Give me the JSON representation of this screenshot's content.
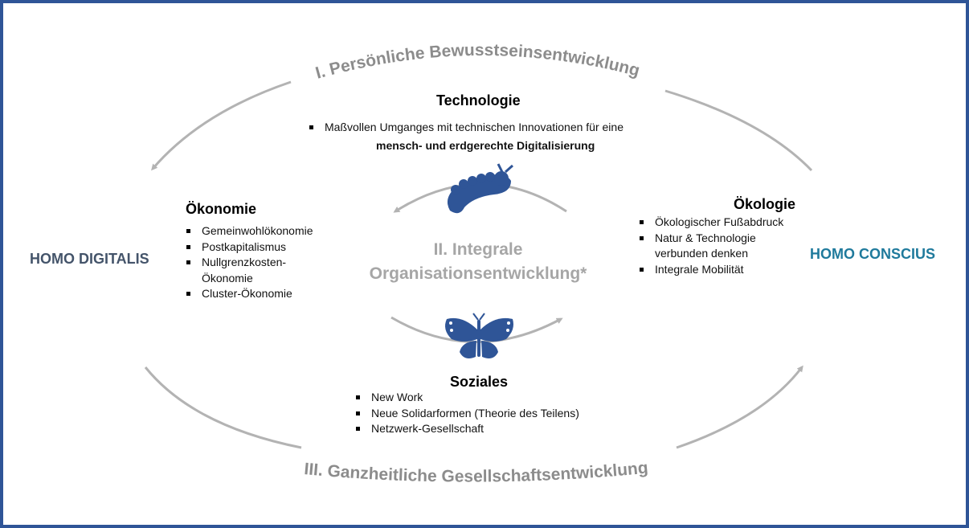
{
  "cycle_titles": {
    "top": "I. Persönliche Bewusstseinsentwicklung",
    "middle_line1": "II. Integrale",
    "middle_line2": "Organisationsentwicklung*",
    "bottom": "III. Ganzheitliche Gesellschaftsentwicklung"
  },
  "poles": {
    "left": "HOMO DIGITALIS",
    "right": "HOMO CONSCIUS"
  },
  "technologie": {
    "heading": "Technologie",
    "bullet": "Maßvollen Umganges mit technischen Innovationen für eine",
    "bullet_bold": "mensch- und erdgerechte Digitalisierung"
  },
  "oekonomie": {
    "heading": "Ökonomie",
    "items": [
      "Gemeinwohlökonomie",
      "Postkapitalismus",
      "Nullgrenzkosten-",
      "Ökonomie",
      "Cluster-Ökonomie"
    ]
  },
  "oekologie": {
    "heading": "Ökologie",
    "items": [
      "Ökologischer Fußabdruck",
      "Natur & Technologie",
      "verbunden denken",
      "Integrale Mobilität"
    ]
  },
  "soziales": {
    "heading": "Soziales",
    "items": [
      "New Work",
      "Neue Solidarformen (Theorie des Teilens)",
      "Netzwerk-Gesellschaft"
    ]
  },
  "colors": {
    "frame": "#2f5597",
    "homo_digitalis": "#44546a",
    "homo_conscius": "#1f7a9c",
    "arrows": "#b3b3b3",
    "titles": "#8c8c8c",
    "creatures": "#2f5597"
  }
}
